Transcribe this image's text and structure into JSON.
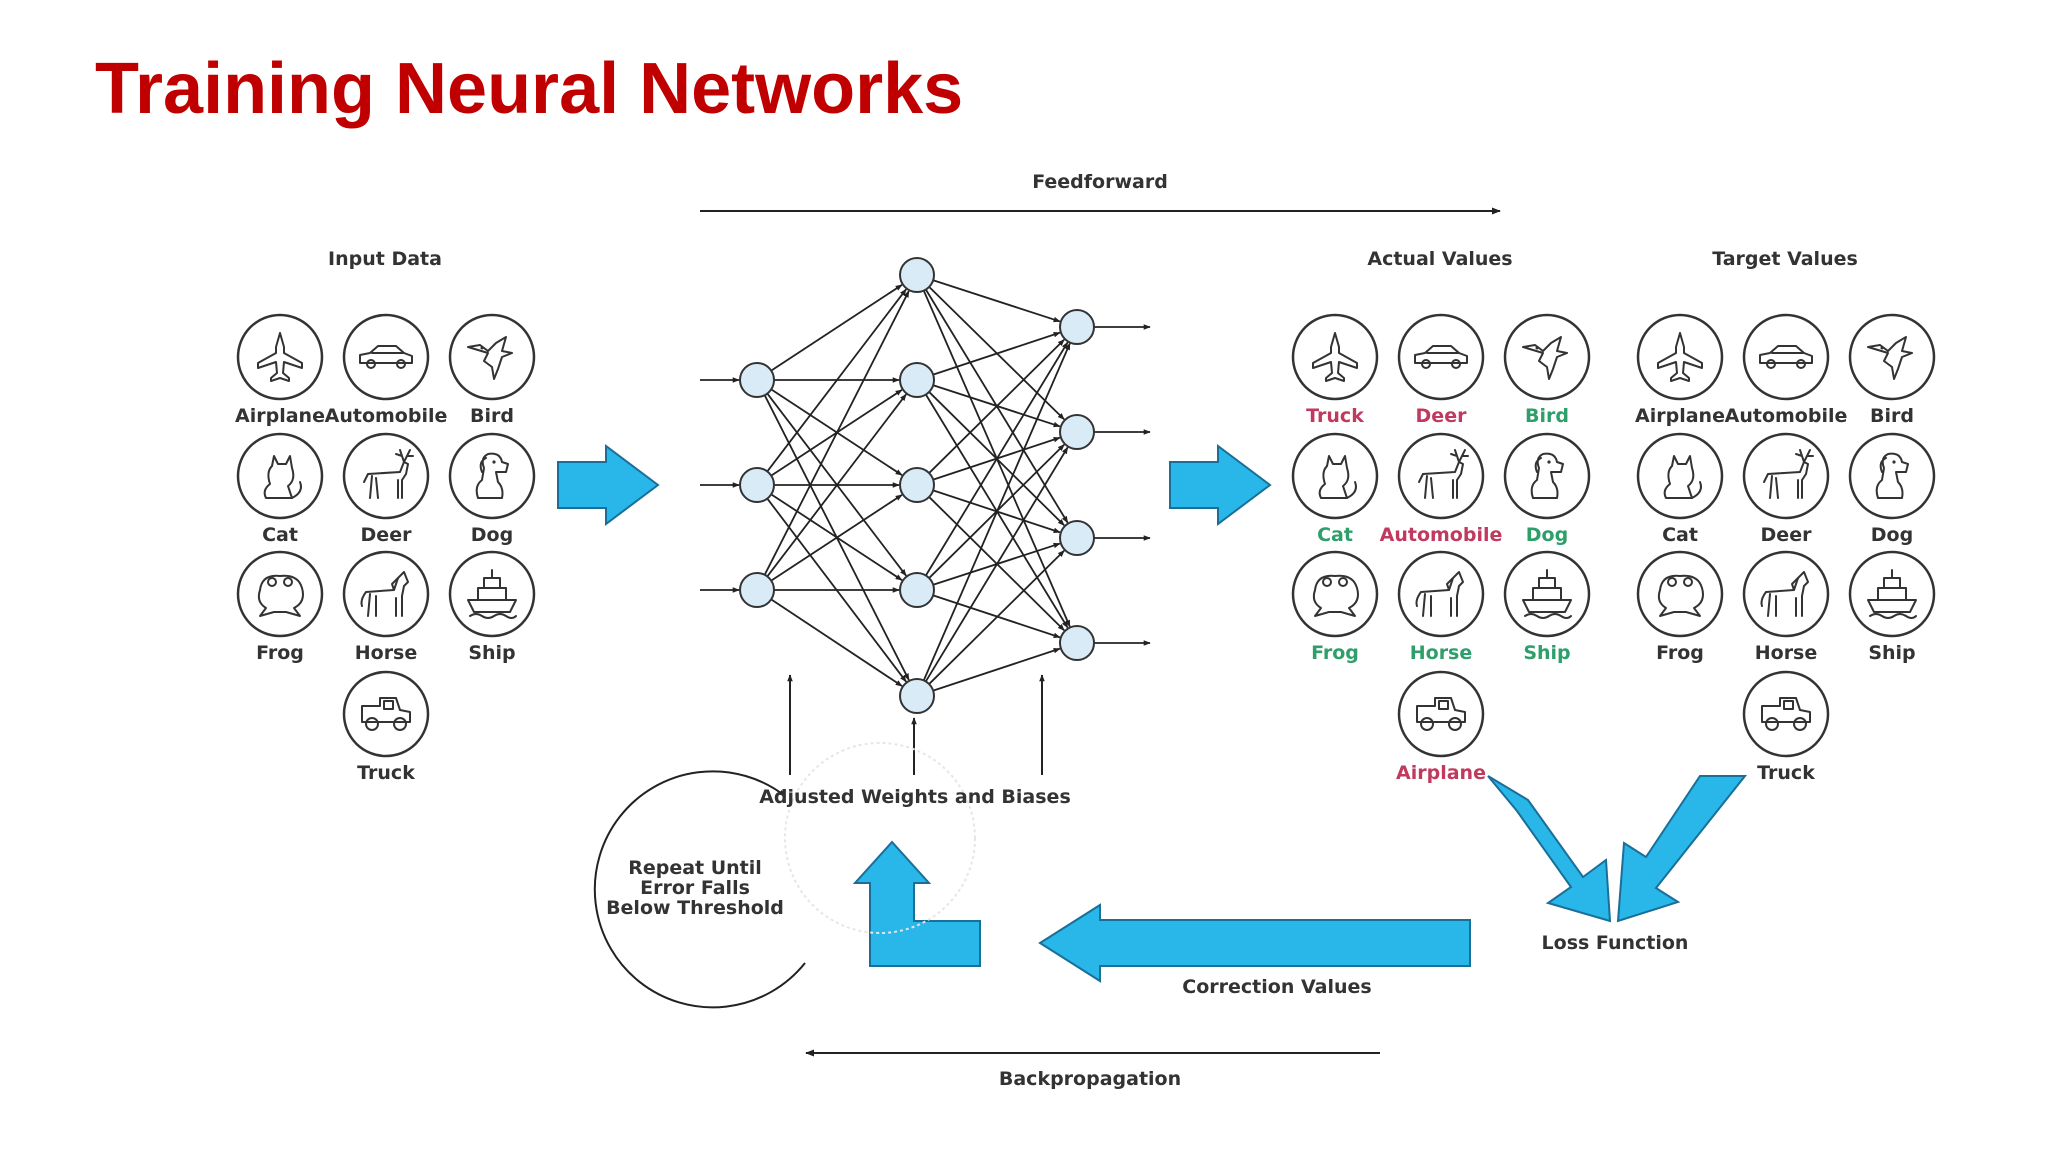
{
  "title": "Training Neural Networks",
  "colors": {
    "title": "#c00000",
    "accent_arrow": "#29b6e8",
    "correct_label": "#2e9e6b",
    "wrong_label": "#c0395e",
    "node_fill": "#d9ebf7",
    "line": "#333333"
  },
  "labels": {
    "feedforward": "Feedforward",
    "input_data": "Input Data",
    "actual_values": "Actual Values",
    "target_values": "Target Values",
    "adjusted": "Adjusted Weights and Biases",
    "repeat_line1": "Repeat Until",
    "repeat_line2": "Error Falls",
    "repeat_line3": "Below Threshold",
    "loss_function": "Loss Function",
    "correction_values": "Correction Values",
    "backpropagation": "Backpropagation"
  },
  "input_data": [
    {
      "icon": "airplane-icon",
      "label": "Airplane"
    },
    {
      "icon": "automobile-icon",
      "label": "Automobile"
    },
    {
      "icon": "bird-icon",
      "label": "Bird"
    },
    {
      "icon": "cat-icon",
      "label": "Cat"
    },
    {
      "icon": "deer-icon",
      "label": "Deer"
    },
    {
      "icon": "dog-icon",
      "label": "Dog"
    },
    {
      "icon": "frog-icon",
      "label": "Frog"
    },
    {
      "icon": "horse-icon",
      "label": "Horse"
    },
    {
      "icon": "ship-icon",
      "label": "Ship"
    },
    {
      "icon": "truck-icon",
      "label": "Truck"
    }
  ],
  "actual_values": [
    {
      "icon": "airplane-icon",
      "label": "Truck",
      "correct": false
    },
    {
      "icon": "automobile-icon",
      "label": "Deer",
      "correct": false
    },
    {
      "icon": "bird-icon",
      "label": "Bird",
      "correct": true
    },
    {
      "icon": "cat-icon",
      "label": "Cat",
      "correct": true
    },
    {
      "icon": "deer-icon",
      "label": "Automobile",
      "correct": false
    },
    {
      "icon": "dog-icon",
      "label": "Dog",
      "correct": true
    },
    {
      "icon": "frog-icon",
      "label": "Frog",
      "correct": true
    },
    {
      "icon": "horse-icon",
      "label": "Horse",
      "correct": true
    },
    {
      "icon": "ship-icon",
      "label": "Ship",
      "correct": true
    },
    {
      "icon": "truck-icon",
      "label": "Airplane",
      "correct": false
    }
  ],
  "target_values": [
    {
      "icon": "airplane-icon",
      "label": "Airplane"
    },
    {
      "icon": "automobile-icon",
      "label": "Automobile"
    },
    {
      "icon": "bird-icon",
      "label": "Bird"
    },
    {
      "icon": "cat-icon",
      "label": "Cat"
    },
    {
      "icon": "deer-icon",
      "label": "Deer"
    },
    {
      "icon": "dog-icon",
      "label": "Dog"
    },
    {
      "icon": "frog-icon",
      "label": "Frog"
    },
    {
      "icon": "horse-icon",
      "label": "Horse"
    },
    {
      "icon": "ship-icon",
      "label": "Ship"
    },
    {
      "icon": "truck-icon",
      "label": "Truck"
    }
  ],
  "network": {
    "layers": [
      3,
      5,
      4
    ]
  }
}
